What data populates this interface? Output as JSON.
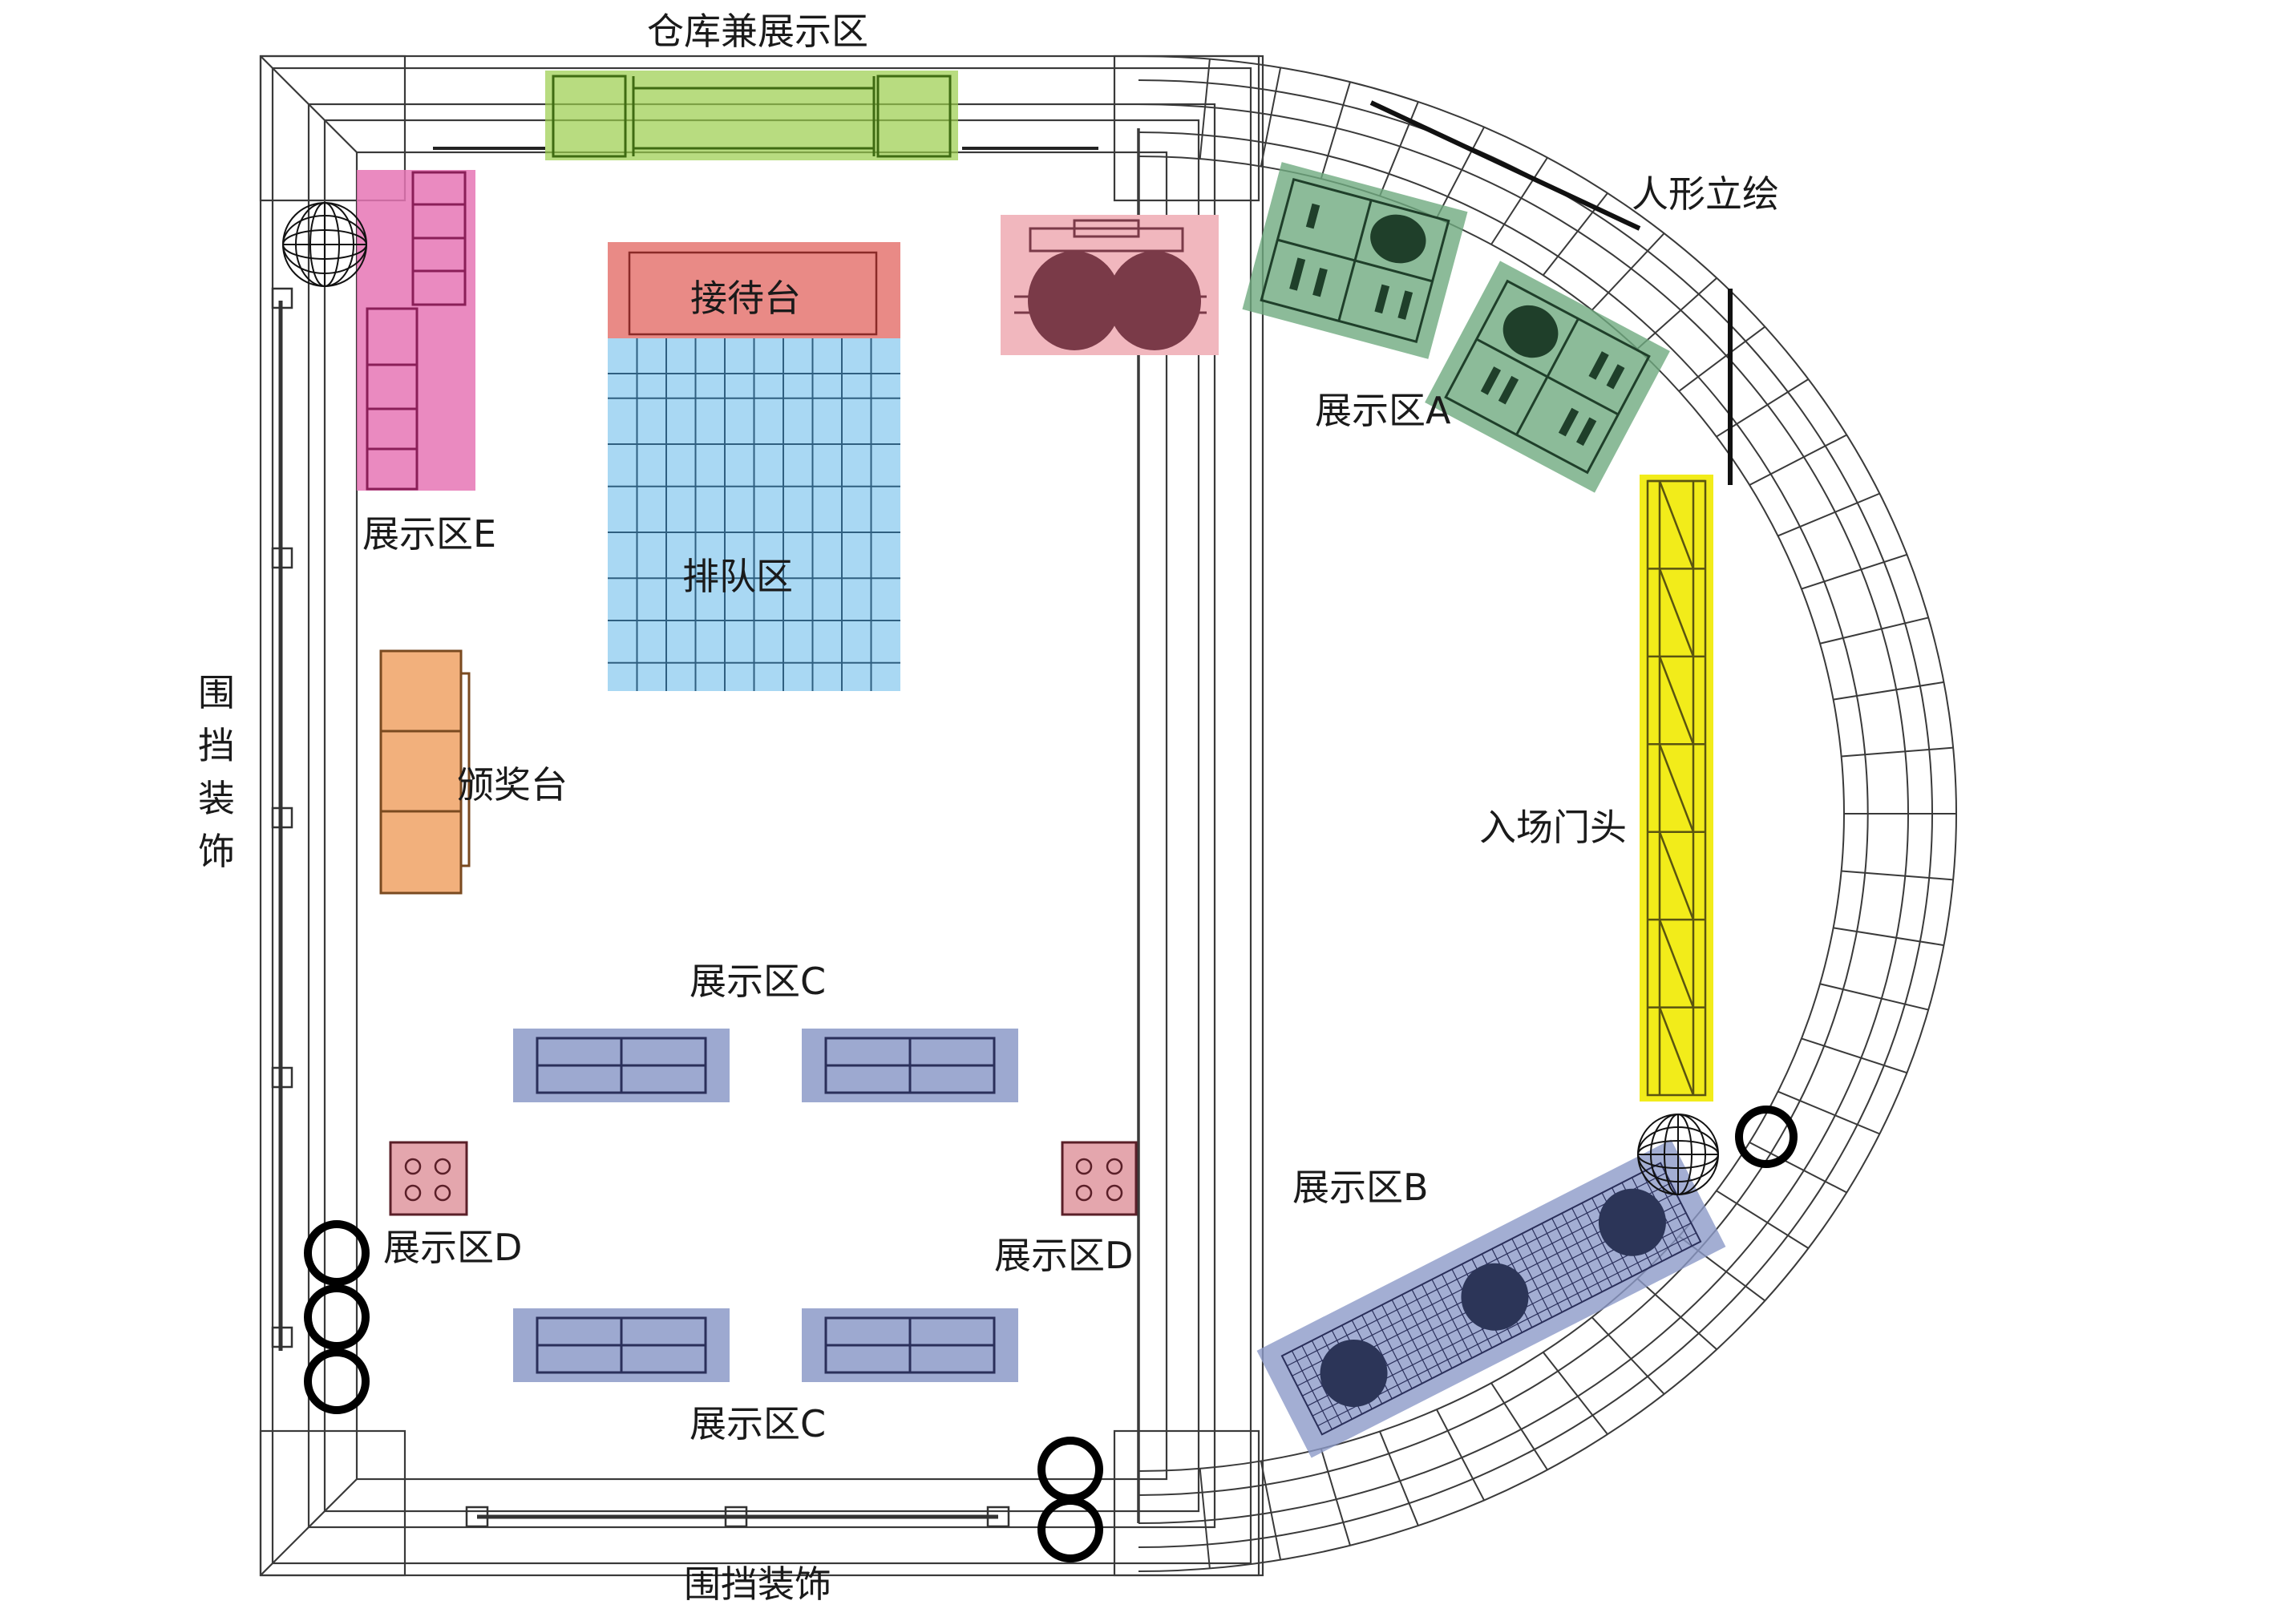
{
  "labels": {
    "warehouse": "仓库兼展示区",
    "figure_standee": "人形立绘",
    "reception": "接待台",
    "queue": "排队区",
    "zone_a": "展示区A",
    "zone_e": "展示区E",
    "award": "颁奖台",
    "entrance": "入场门头",
    "zone_c_top": "展示区C",
    "zone_c_bottom": "展示区C",
    "zone_b": "展示区B",
    "zone_d_left": "展示区D",
    "zone_d_right": "展示区D",
    "hoarding_left": "围挡装饰",
    "hoarding_bottom": "围挡装饰"
  },
  "colors": {
    "warehouse": "#9acd4a",
    "reception": "#e98a86",
    "queue": "#a9d8f3",
    "zone_e": "#e676b5",
    "award": "#f2b07c",
    "zone_a": "#6faa7f",
    "entrance": "#f2ec1a",
    "zone_c": "#8c9ac8",
    "zone_b": "#8c9ac8",
    "zone_d": "#e4a6ad",
    "top_pink": "#f1b7be",
    "line": "#2b2b2b"
  }
}
